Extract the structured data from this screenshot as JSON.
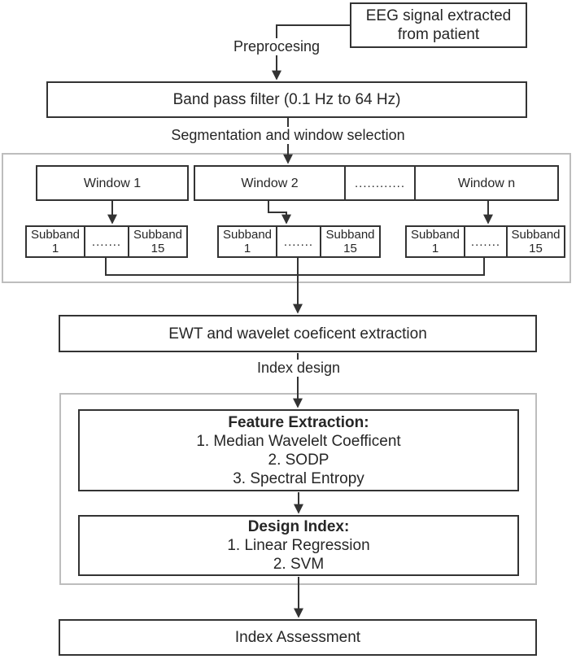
{
  "diagram": {
    "eeg_box": "EEG signal extracted\nfrom patient",
    "preprocessing_label": "Preprocesing",
    "bandpass_box": "Band pass filter (0.1 Hz to 64 Hz)",
    "segmentation_label": "Segmentation and window selection",
    "window_1": "Window 1",
    "window_2": "Window 2",
    "window_dots": "............",
    "window_n": "Window n",
    "subband_first": "Subband\n1",
    "subband_dots": ".......",
    "subband_last": "Subband\n15",
    "ewt_box": "EWT and wavelet coeficent extraction",
    "index_design_label": "Index design",
    "feature_box": {
      "title": "Feature Extraction:",
      "items": [
        "1. Median Wavelelt Coefficent",
        "2. SODP",
        "3. Spectral Entropy"
      ]
    },
    "design_box": {
      "title": "Design Index:",
      "items": [
        "1. Linear Regression",
        "2. SVM"
      ]
    },
    "assessment_box": "Index Assessment"
  },
  "colors": {
    "node_border": "#333333",
    "group_border": "#bdbdbd",
    "text": "#262626",
    "background": "#ffffff"
  }
}
